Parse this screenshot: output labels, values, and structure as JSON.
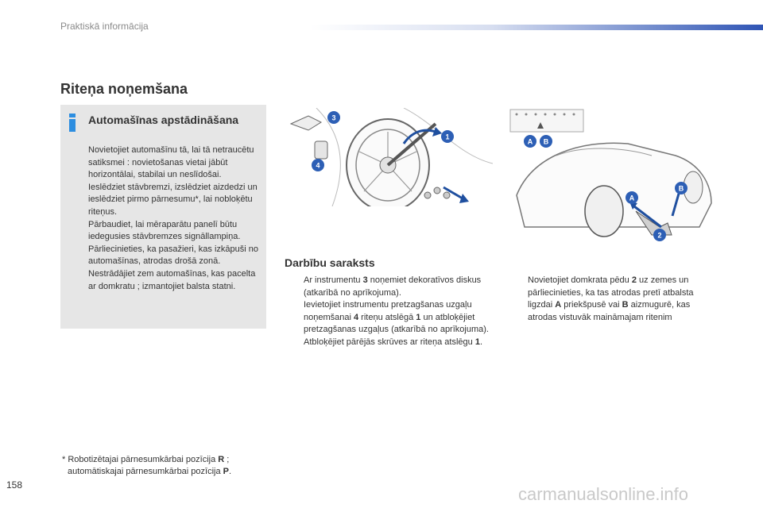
{
  "header": {
    "section": "Praktiskā informācija"
  },
  "page": {
    "title": "Riteņa noņemšana",
    "number": "158"
  },
  "info_box": {
    "heading": "Automašīnas apstādināšana",
    "paragraphs": [
      "Novietojiet automašīnu tā, lai tā netraucētu satiksmei : novietošanas vietai jābūt horizontālai, stabilai un neslīdošai.",
      "Ieslēdziet stāvbremzi, izslēdziet aizdedzi un ieslēdziet pirmo pārnesumu*, lai nobloķētu riteņus.",
      "Pārbaudiet, lai mēraparātu panelī būtu iedegusies stāvbremzes signāllampiņa.",
      "Pārliecinieties, ka pasažieri, kas izkāpuši no automašīnas, atrodas drošā zonā.",
      "Nestrādājiet zem automašīnas, kas pacelta ar domkratu ; izmantojiet balsta statni."
    ]
  },
  "figure_labels": {
    "one": "1",
    "two": "2",
    "three": "3",
    "four": "4",
    "a": "A",
    "b": "B"
  },
  "steps": {
    "title": "Darbību saraksts",
    "bullet": "",
    "col1": [
      {
        "pre": "Ar instrumentu ",
        "b1": "3",
        "post": " noņemiet dekoratīvos diskus (atkarībā no aprīkojuma).",
        "b2": "",
        "post2": ""
      },
      {
        "pre": "Ievietojiet instrumentu pretzagšanas uzgaļu noņemšanai ",
        "b1": "4",
        "post": " riteņu atslēgā ",
        "b2": "1",
        "post2": " un atbloķējiet pretzagšanas uzgaļus (atkarībā no aprīkojuma)."
      },
      {
        "pre": "Atbloķējiet pārējās skrūves ar riteņa atslēgu ",
        "b1": "1",
        "post": ".",
        "b2": "",
        "post2": ""
      }
    ],
    "col2": [
      {
        "pre": "Novietojiet domkrata pēdu ",
        "b1": "2",
        "mid": " uz zemes un pārliecinieties, ka tas atrodas pretī atbalsta ligzdai ",
        "b2": "A",
        "mid2": " priekšpusē vai ",
        "b3": "B",
        "post": " aizmugurē, kas atrodas vistuvāk maināmajam ritenim"
      }
    ]
  },
  "footnote": {
    "line1_pre": "* Robotizētajai pārnesumkārbai pozīcija ",
    "line1_bold": "R",
    "line1_post": " ;",
    "line2_pre": "automātiskajai pārnesumkārbai pozīcija ",
    "line2_bold": "P",
    "line2_post": "."
  },
  "watermark": "carmanualsonline.info",
  "colors": {
    "accent_blue": "#2d5fb5",
    "info_icon": "#2d8ee0",
    "box_bg": "#e6e6e6"
  }
}
